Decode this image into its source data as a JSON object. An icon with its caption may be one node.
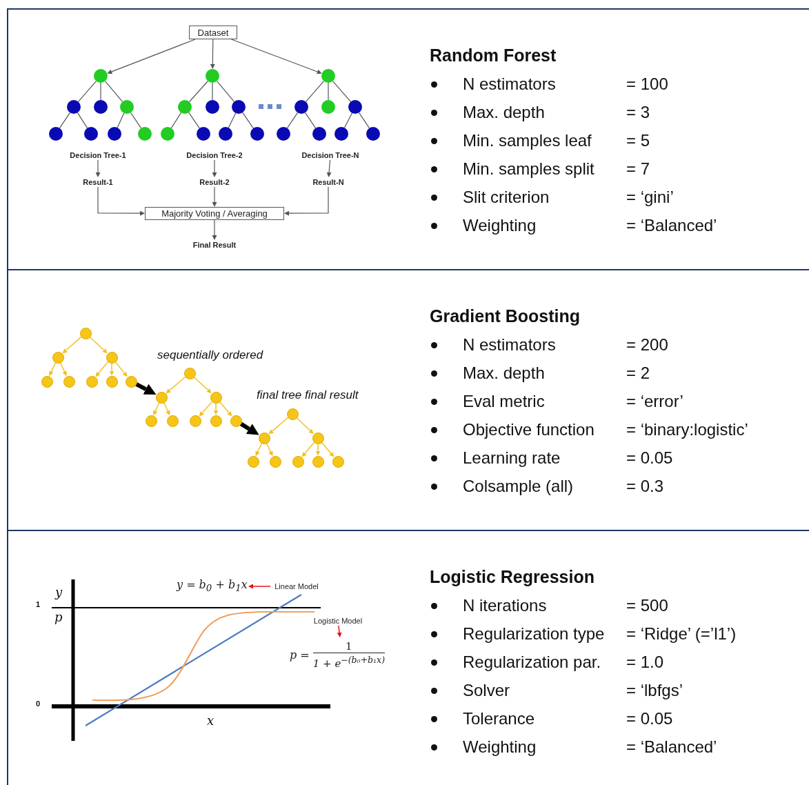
{
  "diagram": {
    "nodes": [
      {
        "text": [
          "Random Forest",
          "N estimators",
          "= 100",
          "Max. depth",
          "= 3",
          "Min. samples leaf",
          "= 5",
          "Min. samples split",
          "= 7",
          "Slit criterion",
          "= ‘gini’",
          "Weighting",
          "= ‘Balanced’"
        ]
      },
      {
        "text": [
          "Dataset"
        ],
        "in": 0
      },
      {
        "text": [],
        "shape": "circle",
        "in": 0
      },
      {
        "text": [],
        "shape": "circle",
        "in": 0
      },
      {
        "text": [],
        "shape": "circle",
        "in": 0
      },
      {
        "text": [],
        "shape": "circle",
        "in": 0
      },
      {
        "text": [],
        "shape": "circle",
        "in": 0
      },
      {
        "text": [],
        "shape": "circle",
        "in": 0
      },
      {
        "text": [],
        "shape": "circle",
        "in": 0
      },
      {
        "text": [],
        "shape": "circle",
        "in": 0
      },
      {
        "text": [],
        "shape": "circle",
        "in": 0
      },
      {
        "text": [],
        "shape": "circle",
        "in": 0
      },
      {
        "text": [],
        "shape": "circle",
        "in": 0
      },
      {
        "text": [],
        "shape": "circle",
        "in": 0
      },
      {
        "text": [],
        "shape": "circle",
        "in": 0
      },
      {
        "text": [],
        "shape": "circle",
        "in": 0
      },
      {
        "text": [],
        "shape": "circle",
        "in": 0
      },
      {
        "text": [],
        "shape": "circle",
        "in": 0
      },
      {
        "text": [],
        "shape": "circle",
        "in": 0
      },
      {
        "text": [],
        "shape": "circle",
        "in": 0
      },
      {
        "text": [],
        "shape": "circle",
        "in": 0
      },
      {
        "text": [],
        "shape": "circle",
        "in": 0
      },
      {
        "text": [],
        "shape": "circle",
        "in": 0
      },
      {
        "text": [],
        "shape": "circle",
        "in": 0
      },
      {
        "text": [],
        "shape": "circle",
        "in": 0
      },
      {
        "text": [],
        "shape": "circle",
        "in": 0
      },
      {
        "text": [
          "Decision Tree-1"
        ],
        "in": 0
      },
      {
        "text": [
          "Decision Tree-2"
        ],
        "in": 0
      },
      {
        "text": [
          "Decision Tree-N"
        ],
        "in": 0
      },
      {
        "text": [
          "Result-1"
        ],
        "in": 0
      },
      {
        "text": [
          "Result-2"
        ],
        "in": 0
      },
      {
        "text": [
          "Result-N"
        ],
        "in": 0
      },
      {
        "text": [
          "Majority Voting / Averaging"
        ],
        "in": 0
      },
      {
        "text": [
          "Final Result"
        ],
        "in": 0
      },
      {
        "text": [
          "Gradient Boosting",
          "N estimators",
          "= 200",
          "Max. depth",
          "= 2",
          "Eval metric",
          "= ‘error’",
          "Objective function",
          "= ‘binary:logistic’",
          "Learning rate",
          "= 0.05",
          "Colsample (all)",
          "= 0.3"
        ]
      },
      {
        "text": [],
        "shape": "circle",
        "in": 34
      },
      {
        "text": [],
        "shape": "circle",
        "in": 34
      },
      {
        "text": [],
        "shape": "circle",
        "in": 34
      },
      {
        "text": [],
        "shape": "circle",
        "in": 34
      },
      {
        "text": [],
        "shape": "circle",
        "in": 34
      },
      {
        "text": [],
        "shape": "circle",
        "in": 34
      },
      {
        "text": [],
        "shape": "circle",
        "in": 34
      },
      {
        "text": [],
        "shape": "circle",
        "in": 34
      },
      {
        "text": [],
        "shape": "circle",
        "in": 34
      },
      {
        "text": [],
        "shape": "circle",
        "in": 34
      },
      {
        "text": [],
        "shape": "circle",
        "in": 34
      },
      {
        "text": [],
        "shape": "circle",
        "in": 34
      },
      {
        "text": [],
        "shape": "circle",
        "in": 34
      },
      {
        "text": [],
        "shape": "circle",
        "in": 34
      },
      {
        "text": [],
        "shape": "circle",
        "in": 34
      },
      {
        "text": [],
        "shape": "circle",
        "in": 34
      },
      {
        "text": [],
        "shape": "circle",
        "in": 34
      },
      {
        "text": [],
        "shape": "circle",
        "in": 34
      },
      {
        "text": [],
        "shape": "circle",
        "in": 34
      },
      {
        "text": [],
        "shape": "circle",
        "in": 34
      },
      {
        "text": [],
        "shape": "circle",
        "in": 34
      },
      {
        "text": [],
        "shape": "circle",
        "in": 34
      },
      {
        "text": [],
        "shape": "circle",
        "in": 34
      },
      {
        "text": [],
        "shape": "circle",
        "in": 34
      },
      {
        "text": [
          "Logistic Regression",
          "N iterations",
          "= 500",
          "Regularization type",
          "= ‘Ridge’ (=’l1’)",
          "Regularization par.",
          "= 1.0",
          "Solver",
          "= ‘lbfgs’",
          "Tolerance",
          "= 0.05",
          "Weighting",
          "= ‘Balanced’"
        ]
      },
      {
        "text": [
          "y = b$_{0}$ + b$_{1}$x"
        ],
        "in": 59
      },
      {
        "text": [
          "Linear Model"
        ],
        "in": 59
      },
      {
        "text": [
          "Logistic Model"
        ],
        "in": 59
      },
      {
        "text": [
          "p =",
          "1",
          "1 + e$^{−(b₀+b₁x)}$"
        ],
        "in": 59
      }
    ],
    "edges": [
      {
        "from": 1,
        "to": 2,
        "arrow": "to"
      },
      {
        "from": 1,
        "to": 10,
        "arrow": "to"
      },
      {
        "from": 1,
        "to": 18,
        "arrow": "to"
      },
      {
        "from": 2,
        "to": 3,
        "arrow": "none"
      },
      {
        "from": 2,
        "to": 4,
        "arrow": "none"
      },
      {
        "from": 2,
        "to": 5,
        "arrow": "none"
      },
      {
        "from": 3,
        "to": 6,
        "arrow": "none"
      },
      {
        "from": 3,
        "to": 7,
        "arrow": "none"
      },
      {
        "from": 5,
        "to": 8,
        "arrow": "none"
      },
      {
        "from": 5,
        "to": 9,
        "arrow": "none"
      },
      {
        "from": 10,
        "to": 11,
        "arrow": "none"
      },
      {
        "from": 10,
        "to": 12,
        "arrow": "none"
      },
      {
        "from": 10,
        "to": 13,
        "arrow": "none"
      },
      {
        "from": 11,
        "to": 14,
        "arrow": "none"
      },
      {
        "from": 11,
        "to": 15,
        "arrow": "none"
      },
      {
        "from": 13,
        "to": 16,
        "arrow": "none"
      },
      {
        "from": 13,
        "to": 17,
        "arrow": "none"
      },
      {
        "from": 18,
        "to": 19,
        "arrow": "none"
      },
      {
        "from": 18,
        "to": 20,
        "arrow": "none"
      },
      {
        "from": 18,
        "to": 21,
        "arrow": "none"
      },
      {
        "from": 19,
        "to": 22,
        "arrow": "none"
      },
      {
        "from": 19,
        "to": 23,
        "arrow": "none"
      },
      {
        "from": 21,
        "to": 24,
        "arrow": "none"
      },
      {
        "from": 21,
        "to": 25,
        "arrow": "none"
      },
      {
        "from": 26,
        "to": 29,
        "arrow": "to"
      },
      {
        "from": 27,
        "to": 30,
        "arrow": "to"
      },
      {
        "from": 28,
        "to": 31,
        "arrow": "to"
      },
      {
        "from": 29,
        "to": 32,
        "arrow": "to"
      },
      {
        "from": 30,
        "to": 32,
        "arrow": "to"
      },
      {
        "from": 31,
        "to": 32,
        "arrow": "to"
      },
      {
        "from": 32,
        "to": 33,
        "arrow": "to"
      },
      {
        "from": 35,
        "to": 36,
        "arrow": "to",
        "color": "#f2c01e"
      },
      {
        "from": 35,
        "to": 37,
        "arrow": "to",
        "color": "#f2c01e"
      },
      {
        "from": 36,
        "to": 38,
        "arrow": "to",
        "color": "#f2c01e"
      },
      {
        "from": 36,
        "to": 39,
        "arrow": "to",
        "color": "#f2c01e"
      },
      {
        "from": 37,
        "to": 40,
        "arrow": "to",
        "color": "#f2c01e"
      },
      {
        "from": 37,
        "to": 41,
        "arrow": "to",
        "color": "#f2c01e"
      },
      {
        "from": 37,
        "to": 42,
        "arrow": "to",
        "color": "#f2c01e"
      },
      {
        "from": 43,
        "to": 44,
        "arrow": "to",
        "color": "#f2c01e"
      },
      {
        "from": 43,
        "to": 45,
        "arrow": "to",
        "color": "#f2c01e"
      },
      {
        "from": 44,
        "to": 46,
        "arrow": "to",
        "color": "#f2c01e"
      },
      {
        "from": 44,
        "to": 47,
        "arrow": "to",
        "color": "#f2c01e"
      },
      {
        "from": 45,
        "to": 48,
        "arrow": "to",
        "color": "#f2c01e"
      },
      {
        "from": 45,
        "to": 49,
        "arrow": "to",
        "color": "#f2c01e"
      },
      {
        "from": 45,
        "to": 50,
        "arrow": "to",
        "color": "#f2c01e"
      },
      {
        "from": 51,
        "to": 52,
        "arrow": "to",
        "color": "#f2c01e"
      },
      {
        "from": 51,
        "to": 53,
        "arrow": "to",
        "color": "#f2c01e"
      },
      {
        "from": 52,
        "to": 54,
        "arrow": "to",
        "color": "#f2c01e"
      },
      {
        "from": 52,
        "to": 55,
        "arrow": "to",
        "color": "#f2c01e"
      },
      {
        "from": 53,
        "to": 56,
        "arrow": "to",
        "color": "#f2c01e"
      },
      {
        "from": 53,
        "to": 57,
        "arrow": "to",
        "color": "#f2c01e"
      },
      {
        "from": 53,
        "to": 58,
        "arrow": "to",
        "color": "#f2c01e"
      },
      {
        "from": 42,
        "to": 44,
        "arrow": "to",
        "style": "thick",
        "color": "#000000"
      },
      {
        "from": 50,
        "to": 52,
        "arrow": "to",
        "style": "thick",
        "color": "#000000"
      },
      {
        "from": 61,
        "to": 60,
        "arrow": "to",
        "color": "#e8101a"
      },
      {
        "from": 62,
        "to": 63,
        "arrow": "to",
        "color": "#e8101a"
      }
    ],
    "labels": [
      "sequentially ordered",
      "final tree final result",
      "y",
      "1",
      "p",
      "0",
      "x"
    ]
  }
}
